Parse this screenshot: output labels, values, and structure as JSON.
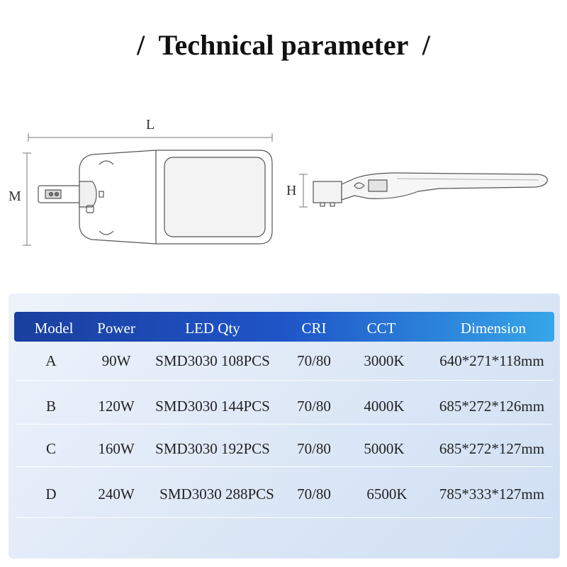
{
  "title": "/  Technical parameter  /",
  "drawing": {
    "label_length": "L",
    "label_width": "M",
    "label_height": "H"
  },
  "table": {
    "headers": [
      "Model",
      "Power",
      "LED Qty",
      "CRI",
      "CCT",
      "Dimension"
    ],
    "rows": [
      [
        "A",
        "90W",
        "SMD3030 108PCS",
        "70/80",
        "3000K",
        "640*271*118mm"
      ],
      [
        "B",
        "120W",
        "SMD3030 144PCS",
        "70/80",
        "4000K",
        "685*272*126mm"
      ],
      [
        "C",
        "160W",
        "SMD3030 192PCS",
        "70/80",
        "5000K",
        "685*272*127mm"
      ],
      [
        "D",
        "240W",
        "SMD3030 288PCS",
        "70/80",
        "6500K",
        "785*333*127mm"
      ]
    ]
  },
  "colors": {
    "header_start": "#1a3f9e",
    "header_end": "#36a6e8",
    "panel": "#dfe9f7"
  }
}
